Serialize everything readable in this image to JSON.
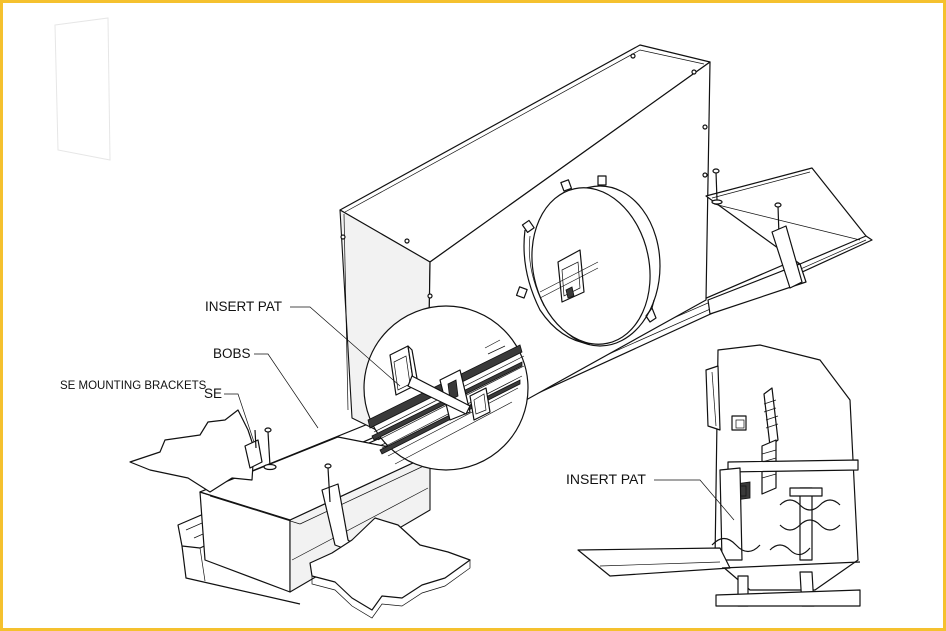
{
  "frame": {
    "border_color": "#f5c12e",
    "background": "#ffffff"
  },
  "labels": {
    "insert_pat_main": "INSERT PAT",
    "bobs": "BOBS",
    "se": "SE",
    "se_mounting_brackets": "SE MOUNTING BRACKETS",
    "insert_pat_detail": "INSERT PAT"
  }
}
